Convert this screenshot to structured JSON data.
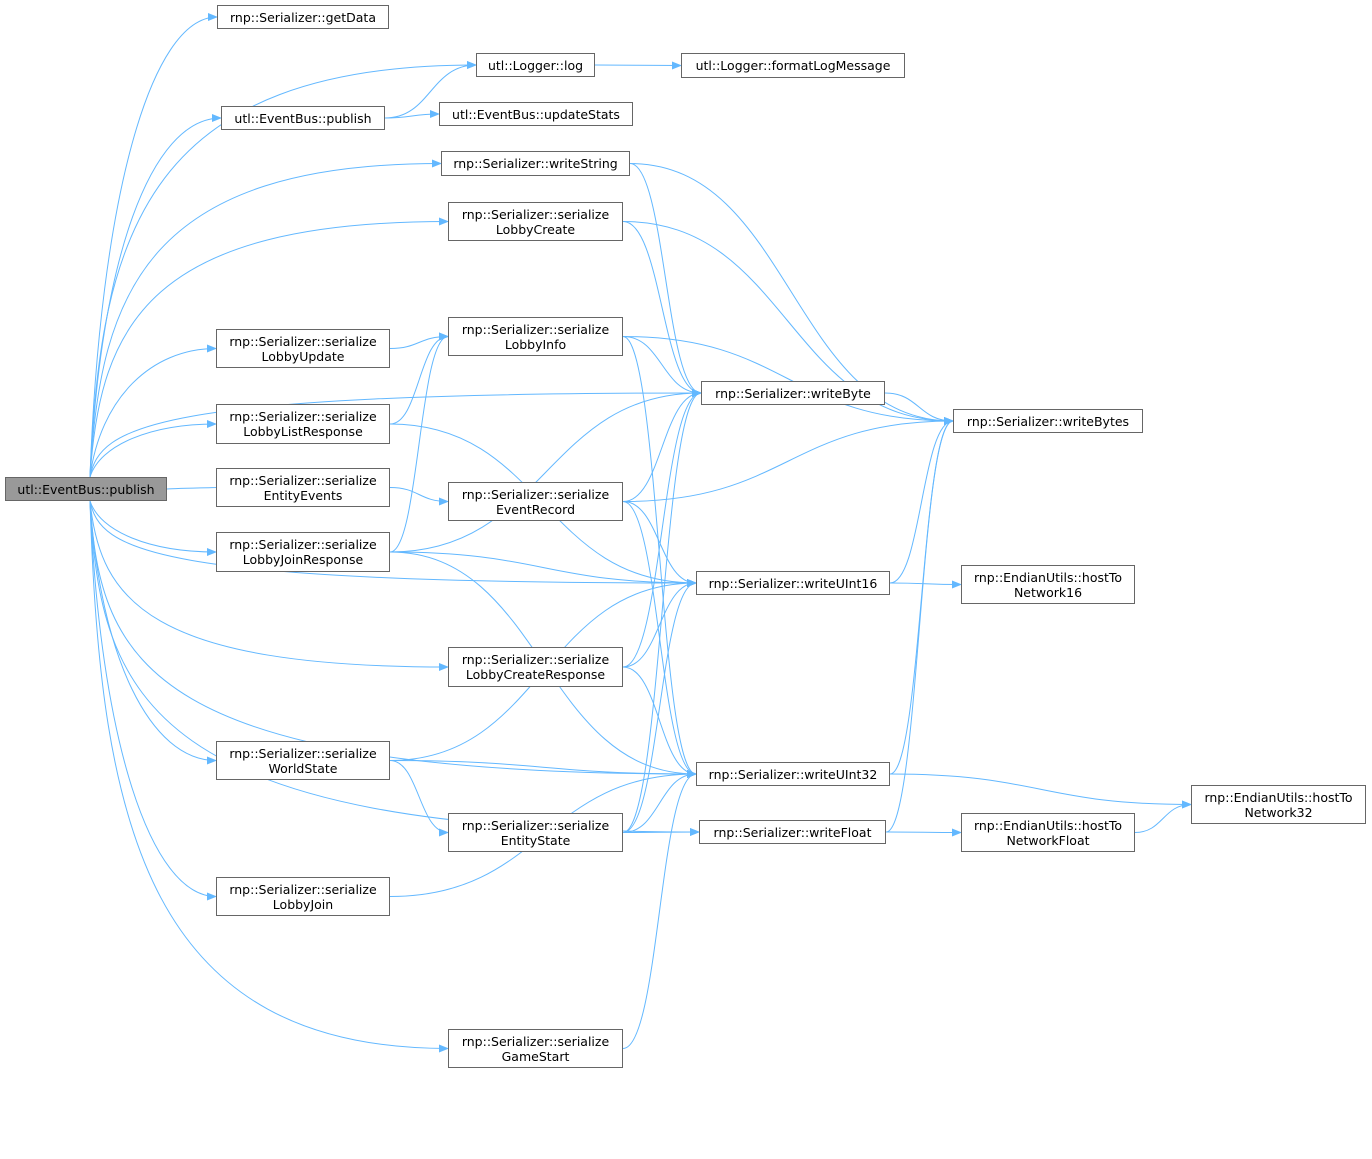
{
  "colors": {
    "edge": "#63b8ff",
    "root_fill": "#999999",
    "node_border": "#666666"
  },
  "nodes": {
    "root": [
      "utl::EventBus::publish"
    ],
    "getData": [
      "rnp::Serializer::getData"
    ],
    "log": [
      "utl::Logger::log"
    ],
    "formatLogMessage": [
      "utl::Logger::formatLogMessage"
    ],
    "publish2": [
      "utl::EventBus::publish"
    ],
    "updateStats": [
      "utl::EventBus::updateStats"
    ],
    "writeString": [
      "rnp::Serializer::writeString"
    ],
    "lobbyCreate": [
      "rnp::Serializer::serialize",
      "LobbyCreate"
    ],
    "lobbyUpdate": [
      "rnp::Serializer::serialize",
      "LobbyUpdate"
    ],
    "lobbyInfo": [
      "rnp::Serializer::serialize",
      "LobbyInfo"
    ],
    "writeByte": [
      "rnp::Serializer::writeByte"
    ],
    "writeBytes": [
      "rnp::Serializer::writeBytes"
    ],
    "lobbyListResponse": [
      "rnp::Serializer::serialize",
      "LobbyListResponse"
    ],
    "entityEvents": [
      "rnp::Serializer::serialize",
      "EntityEvents"
    ],
    "eventRecord": [
      "rnp::Serializer::serialize",
      "EventRecord"
    ],
    "lobbyJoinResponse": [
      "rnp::Serializer::serialize",
      "LobbyJoinResponse"
    ],
    "writeUInt16": [
      "rnp::Serializer::writeUInt16"
    ],
    "hostToNetwork16": [
      "rnp::EndianUtils::hostTo",
      "Network16"
    ],
    "lobbyCreateResponse": [
      "rnp::Serializer::serialize",
      "LobbyCreateResponse"
    ],
    "worldState": [
      "rnp::Serializer::serialize",
      "WorldState"
    ],
    "writeUInt32": [
      "rnp::Serializer::writeUInt32"
    ],
    "hostToNetwork32": [
      "rnp::EndianUtils::hostTo",
      "Network32"
    ],
    "entityState": [
      "rnp::Serializer::serialize",
      "EntityState"
    ],
    "writeFloat": [
      "rnp::Serializer::writeFloat"
    ],
    "hostToNetworkFloat": [
      "rnp::EndianUtils::hostTo",
      "NetworkFloat"
    ],
    "lobbyJoin": [
      "rnp::Serializer::serialize",
      "LobbyJoin"
    ],
    "gameStart": [
      "rnp::Serializer::serialize",
      "GameStart"
    ]
  },
  "edges": [
    [
      "root",
      "getData"
    ],
    [
      "root",
      "log"
    ],
    [
      "root",
      "publish2"
    ],
    [
      "root",
      "writeString"
    ],
    [
      "root",
      "lobbyCreate"
    ],
    [
      "root",
      "writeByte"
    ],
    [
      "root",
      "lobbyUpdate"
    ],
    [
      "root",
      "lobbyListResponse"
    ],
    [
      "root",
      "entityEvents"
    ],
    [
      "root",
      "lobbyJoinResponse"
    ],
    [
      "root",
      "writeUInt16"
    ],
    [
      "root",
      "lobbyCreateResponse"
    ],
    [
      "root",
      "worldState"
    ],
    [
      "root",
      "lobbyJoin"
    ],
    [
      "root",
      "writeUInt32"
    ],
    [
      "root",
      "gameStart"
    ],
    [
      "root",
      "writeFloat"
    ],
    [
      "publish2",
      "log"
    ],
    [
      "publish2",
      "updateStats"
    ],
    [
      "log",
      "formatLogMessage"
    ],
    [
      "writeString",
      "writeByte"
    ],
    [
      "writeString",
      "writeBytes"
    ],
    [
      "lobbyCreate",
      "writeByte"
    ],
    [
      "lobbyCreate",
      "writeBytes"
    ],
    [
      "lobbyUpdate",
      "lobbyInfo"
    ],
    [
      "lobbyInfo",
      "writeByte"
    ],
    [
      "lobbyInfo",
      "writeBytes"
    ],
    [
      "lobbyInfo",
      "writeUInt32"
    ],
    [
      "lobbyListResponse",
      "lobbyInfo"
    ],
    [
      "lobbyListResponse",
      "writeUInt16"
    ],
    [
      "entityEvents",
      "eventRecord"
    ],
    [
      "eventRecord",
      "writeByte"
    ],
    [
      "eventRecord",
      "writeBytes"
    ],
    [
      "eventRecord",
      "writeUInt16"
    ],
    [
      "eventRecord",
      "writeUInt32"
    ],
    [
      "lobbyJoinResponse",
      "lobbyInfo"
    ],
    [
      "lobbyJoinResponse",
      "writeByte"
    ],
    [
      "lobbyJoinResponse",
      "writeUInt16"
    ],
    [
      "lobbyJoinResponse",
      "writeUInt32"
    ],
    [
      "writeByte",
      "writeBytes"
    ],
    [
      "writeUInt16",
      "writeBytes"
    ],
    [
      "writeUInt16",
      "hostToNetwork16"
    ],
    [
      "lobbyCreateResponse",
      "writeByte"
    ],
    [
      "lobbyCreateResponse",
      "writeUInt16"
    ],
    [
      "lobbyCreateResponse",
      "writeUInt32"
    ],
    [
      "worldState",
      "writeUInt16"
    ],
    [
      "worldState",
      "entityState"
    ],
    [
      "worldState",
      "writeUInt32"
    ],
    [
      "entityState",
      "writeByte"
    ],
    [
      "entityState",
      "writeUInt16"
    ],
    [
      "entityState",
      "writeUInt32"
    ],
    [
      "entityState",
      "writeFloat"
    ],
    [
      "lobbyJoin",
      "writeUInt32"
    ],
    [
      "gameStart",
      "writeUInt32"
    ],
    [
      "writeUInt32",
      "writeBytes"
    ],
    [
      "writeUInt32",
      "hostToNetwork32"
    ],
    [
      "writeFloat",
      "writeBytes"
    ],
    [
      "writeFloat",
      "hostToNetworkFloat"
    ],
    [
      "hostToNetworkFloat",
      "hostToNetwork32"
    ]
  ]
}
